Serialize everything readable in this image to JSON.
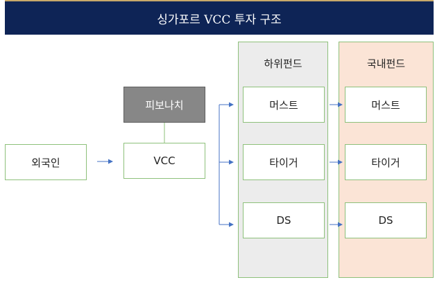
{
  "title": "싱가포르 VCC 투자 구조",
  "nodes": {
    "foreigner": "외국인",
    "vcc": "VCC",
    "fibonacci": "피보나치"
  },
  "hawaii_fund": {
    "label": "하위펀드",
    "items": [
      "머스트",
      "타이거",
      "DS"
    ]
  },
  "domestic_fund": {
    "label": "국내펀드",
    "items": [
      "머스트",
      "타이거",
      "DS"
    ]
  },
  "colors": {
    "title_bg": "#0e2456",
    "box_border": "#8dc07a",
    "sub_fund_bg": "#ececec",
    "domestic_fund_bg": "#fbe4d6",
    "arrow": "#4472c4",
    "fibonacci_bg": "#878787"
  }
}
